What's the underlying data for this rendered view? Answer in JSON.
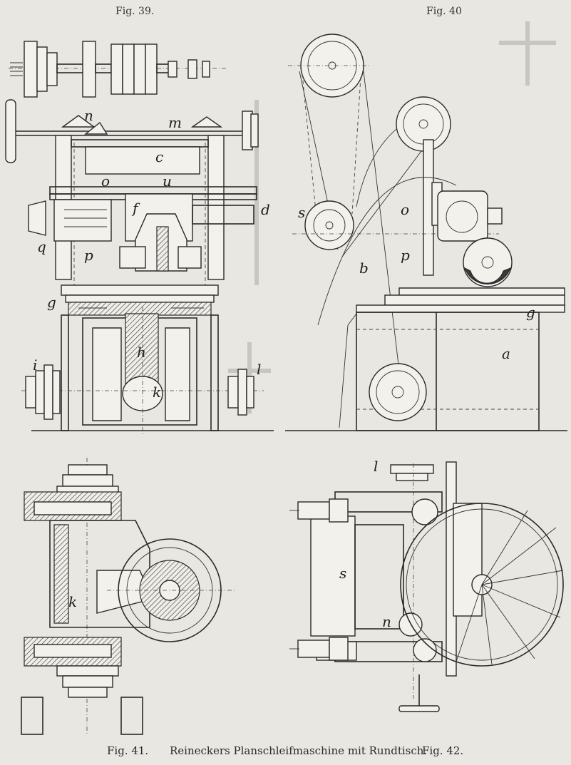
{
  "figures": {
    "fig39": "Fig. 39.",
    "fig40": "Fig. 40",
    "fig41": "Fig. 41.",
    "fig42": "Fig. 42."
  },
  "caption": "Reineckers Planschleifmaschine mit Rundtisch.",
  "labels": {
    "fig39": {
      "n": "n",
      "m": "m",
      "c": "c",
      "o": "o",
      "u": "u",
      "f": "f",
      "d": "d",
      "q": "q",
      "p": "p",
      "g": "g",
      "h": "h",
      "i": "i",
      "l": "l",
      "k": "k"
    },
    "fig40": {
      "s": "s",
      "o": "o",
      "p": "p",
      "b": "b",
      "g": "g",
      "a": "a"
    },
    "fig41": {
      "k": "k"
    },
    "fig42": {
      "l": "l",
      "s": "s",
      "n": "n"
    }
  }
}
